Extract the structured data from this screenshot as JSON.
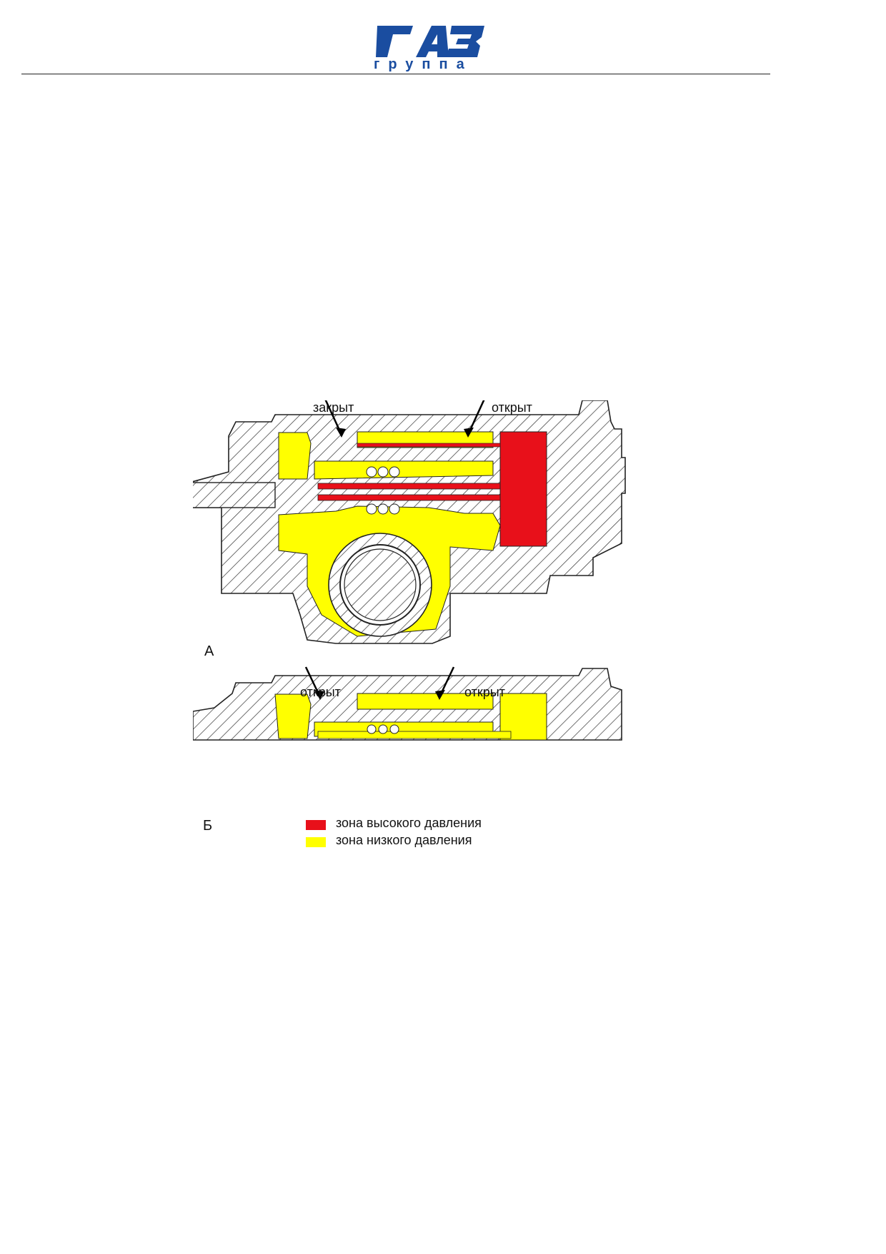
{
  "header": {
    "logo_text": "ГАЗ",
    "logo_subtext": "группа"
  },
  "diagram_a": {
    "panel_label": "А",
    "label_left": "закрыт",
    "label_right": "открыт"
  },
  "diagram_b": {
    "panel_label": "Б",
    "label_left": "открыт",
    "label_right": "открыт"
  },
  "legend": {
    "items": [
      {
        "label": "зона высокого давления",
        "color": "#e8101a"
      },
      {
        "label": "зона низкого давления",
        "color": "#ffff00"
      }
    ]
  },
  "colors": {
    "brand_blue": "#1a4da0",
    "high_pressure": "#e8101a",
    "low_pressure": "#ffff00",
    "hatch": "#333333"
  }
}
